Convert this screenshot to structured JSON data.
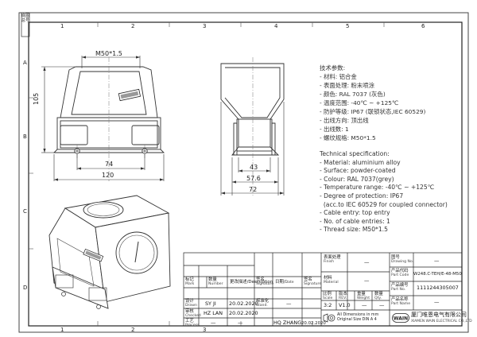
{
  "frame": {
    "col_numbers": [
      "1",
      "2",
      "3",
      "4",
      "5",
      "6"
    ],
    "row_letters": [
      "A",
      "B",
      "C",
      "D"
    ],
    "corner_stamp": "底图总号"
  },
  "dimensions": {
    "front": {
      "thread_label": "M50*1.5",
      "height": "105",
      "hole_spacing": "74",
      "width": "120"
    },
    "side": {
      "top_inner": "43",
      "mid_width": "57.6",
      "overall": "72"
    }
  },
  "specs_cn": {
    "heading": "技术参数:",
    "lines": [
      "- 材料: 铝合金",
      "- 表面处理: 粉末喷涂",
      "- 颜色: RAL 7037 (灰色)",
      "- 温度范围: -40℃ ~ +125℃",
      "- 防护等级: IP67 (联锁状态,IEC 60529)",
      "- 出线方向: 顶出线",
      "- 出线数: 1",
      "- 螺纹规格: M50*1.5"
    ]
  },
  "specs_en": {
    "heading": "Technical specification:",
    "lines": [
      "- Material: aluminium alloy",
      "- Surface: powder-coated",
      "- Colour: RAL 7037(grey)",
      "- Temperature range: -40℃ ~ +125℃",
      "- Degree of protection: IP67",
      "  (acc.to IEC 60529 for coupled connector)",
      "- Cable entry: top entry",
      "- No. of cable entries: 1",
      "- Thread size: M50*1.5"
    ]
  },
  "title_block": {
    "finish_cn": "表面处理",
    "finish_en": "Finish",
    "finish_val": "—",
    "material_cn": "材料",
    "material_en": "Material",
    "material_val": "—",
    "drawing_no_cn": "图号",
    "drawing_no_en": "Drawing No.",
    "drawing_no_val": "—",
    "part_code_cn": "产品代码",
    "part_code_en": "Part Code",
    "part_code_val": "W248.C-TEH/E-48-M50",
    "part_no_cn": "产品编号",
    "part_no_en": "Part No.",
    "part_no_val": "1111244305007",
    "part_name_cn": "产品名称",
    "part_name_en": "Part Name",
    "part_name_val": "—",
    "mark_cn": "标记",
    "mark_en": "Mark",
    "number_cn": "数量",
    "number_en": "Number",
    "description_cn": "更改描述",
    "description_en": "Description",
    "signature_cn": "签名",
    "signature_en": "Signature",
    "date_cn": "日期",
    "date_en": "Date",
    "signature_cn2": "签名",
    "signature_en2": "Signature",
    "stand_cn": "标准化",
    "stand_en": "Stand.",
    "drawn_cn": "设计",
    "drawn_en": "Drawn",
    "drawn_name": "SY JI",
    "drawn_date": "20.02.2020",
    "checked_cn": "审核",
    "checked_en": "Checked",
    "checked_name": "HZ LAN",
    "checked_date": "20.02.2020",
    "process_cn": "工艺",
    "process_en": "Process",
    "approved_name": "HQ ZHANG",
    "approved_date": "20.02.2020",
    "scale_cn": "比例",
    "scale_en": "Scale",
    "scale_val": "3:2",
    "rev_cn": "版本",
    "rev_en": "REV.",
    "rev_val": "V1.0",
    "weight_cn": "重量",
    "weight_en": "Weight",
    "weight_val": "—",
    "qty_cn": "数量",
    "qty_en": "Qty.",
    "qty_val": "—",
    "dim_note_1": "All Dimensions in mm",
    "dim_note_2": "Original Size DIN A 4",
    "company_cn": "厦门唯恩电气有限公司",
    "company_en": "XIAMEN WAIN ELECTRICAL CO.,LTD",
    "logo_text": "WAIN",
    "dash": "—"
  }
}
